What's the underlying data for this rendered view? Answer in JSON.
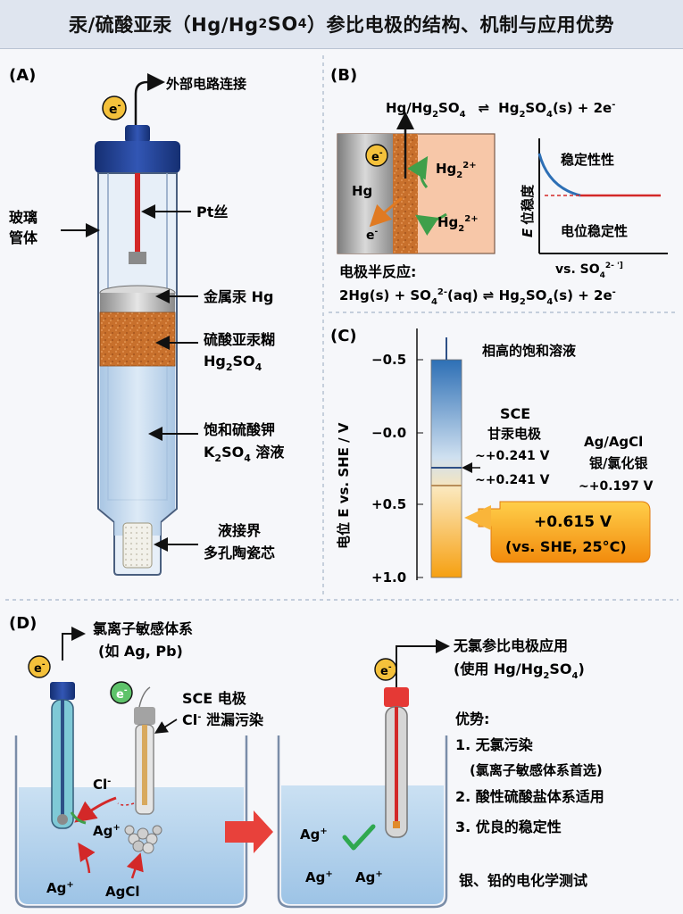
{
  "title": {
    "pre": "汞/硫酸亚汞（Hg/Hg",
    "sub2": "2",
    "mid": "SO",
    "sub4": "4",
    "post": "）参比电极的结构、机制与应用优势"
  },
  "panelA": {
    "tag": "(A)",
    "electron": "e",
    "electron_sup": "-",
    "circuit": "外部电路连接",
    "glass1": "玻璃",
    "glass2": "管体",
    "pt": "Pt丝",
    "hg": "金属汞 Hg",
    "paste1": "硫酸亚汞糊",
    "paste2_a": "Hg",
    "paste2_b": "2",
    "paste2_c": "SO",
    "paste2_d": "4",
    "sat1": "饱和硫酸钾",
    "sat2_a": "K",
    "sat2_b": "2",
    "sat2_c": "SO",
    "sat2_d": "4",
    "sat2_e": " 溶液",
    "jx1": "液接界",
    "jx2": "多孔陶瓷芯"
  },
  "panelB": {
    "tag": "(B)",
    "eq_left_a": "Hg/Hg",
    "eq_left_b": "2",
    "eq_left_c": "SO",
    "eq_left_d": "4",
    "eq_arrow": "⇌",
    "eq_right_a": "Hg",
    "eq_right_b": "2",
    "eq_right_c": "SO",
    "eq_right_d": "4",
    "eq_right_e": "(s) + 2e",
    "eq_right_f": "-",
    "hg": "Hg",
    "e_top": "e",
    "e_bottom": "e",
    "ion": "Hg",
    "ion_sub": "2",
    "ion_sup": "2+",
    "stable": "稳定性性",
    "ylabel_e": "E",
    "ylabel_rest": "位稳度",
    "potential_stable": "电位稳定性",
    "xlabel_a": "vs. SO",
    "xlabel_b": "4",
    "xlabel_c": "2- ']",
    "half_title": "电极半反应:",
    "half_a": "2Hg(s) + SO",
    "half_b": "4",
    "half_c": "2-",
    "half_d": "(aq) ⇌ Hg",
    "half_e": "2",
    "half_f": "SO",
    "half_g": "4",
    "half_h": "(s) + 2e",
    "half_i": "-"
  },
  "panelC": {
    "tag": "(C)",
    "ylabel": "电位 E vs. SHE / V",
    "ticks": [
      "−0.5",
      "−0.0",
      "+0.5",
      "+1.0"
    ],
    "top_label": "相高的饱和溶液",
    "sce1": "SCE",
    "sce2": "甘汞电极",
    "sce3": "~+0.241 V",
    "sce4": "~+0.241 V",
    "ag1": "Ag/AgCl",
    "ag2": "银/氯化银",
    "ag3": "~+0.197 V",
    "box1": "+0.615 V",
    "box2": "(vs. SHE, 25°C)"
  },
  "panelD": {
    "tag": "(D)",
    "sys1": "氯离子敏感体系",
    "sys2": "(如 Ag, Pb)",
    "sce1": "SCE 电极",
    "sce2_a": "Cl",
    "sce2_b": "-",
    "sce2_c": " 泄漏污染",
    "cl": "Cl",
    "cl_sup": "-",
    "ag": "Ag",
    "ag_sup": "+",
    "agcl": "AgCl",
    "nocl1": "无氯参比电极应用",
    "nocl2_a": "(使用 Hg/Hg",
    "nocl2_b": "2",
    "nocl2_c": "SO",
    "nocl2_d": "4",
    "nocl2_e": ")",
    "adv_title": "优势:",
    "adv1": "1. 无氯污染",
    "adv1b": "(氯离子敏感体系首选)",
    "adv2": "2. 酸性硫酸盐体系适用",
    "adv3": "3. 优良的稳定性",
    "footer": "银、铅的电化学测试"
  },
  "colors": {
    "cap": "#1f3d8f",
    "red_wire": "#d32828",
    "paste": "#c8702c",
    "solution": "#bcd4ea",
    "orange_box": "#f59a13",
    "electron": "#f4c13b",
    "green_electron": "#5ec36a"
  }
}
